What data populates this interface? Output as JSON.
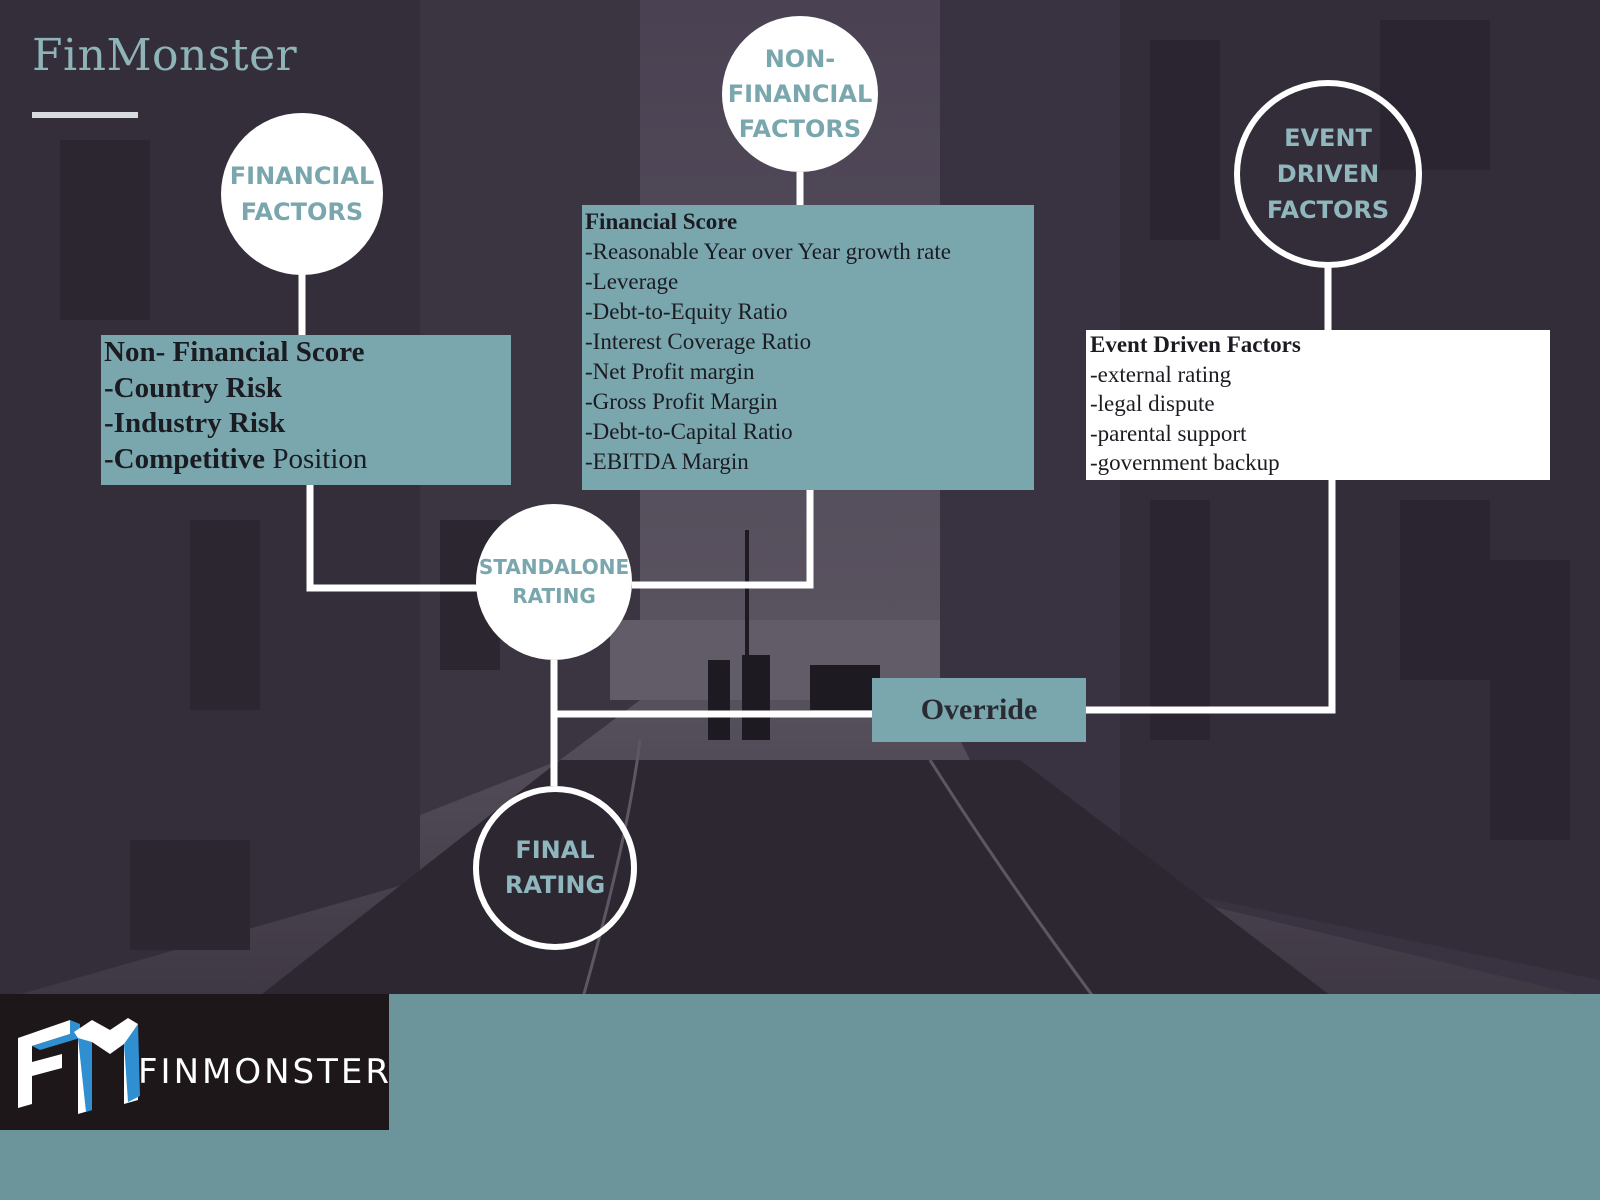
{
  "header": {
    "title": "FinMonster"
  },
  "circles": {
    "financial": "FINANCIAL\nFACTORS",
    "non_financial": "NON-\nFINANCIAL\nFACTORS",
    "event_driven": "EVENT\nDRIVEN\nFACTORS",
    "standalone": "STANDALONE\nRATING",
    "final": "FINAL\nRATING"
  },
  "non_financial_box": {
    "title": "Non- Financial Score",
    "items": [
      "-Country Risk",
      "-Industry Risk"
    ],
    "last_item_bold": "-Competitive",
    "last_item_rest": " Position"
  },
  "financial_box": {
    "title": "Financial Score",
    "items": [
      "-Reasonable Year over Year growth rate",
      "-Leverage",
      "-Debt-to-Equity Ratio",
      "-Interest Coverage Ratio",
      "-Net Profit margin",
      "-Gross Profit Margin",
      "-Debt-to-Capital Ratio",
      "-EBITDA Margin"
    ]
  },
  "event_box": {
    "title": "Event Driven Factors",
    "items": [
      "-external rating",
      "-legal dispute",
      "-parental support",
      "-government backup"
    ]
  },
  "override": {
    "label": "Override"
  },
  "logo": {
    "text": "FINMONSTER"
  },
  "colors": {
    "teal": "#7aa7ae",
    "dark_bg": "#3a3340",
    "footer": "#6b949b",
    "logo_bg": "#1d1719",
    "logo_blue": "#2f8fd0"
  }
}
